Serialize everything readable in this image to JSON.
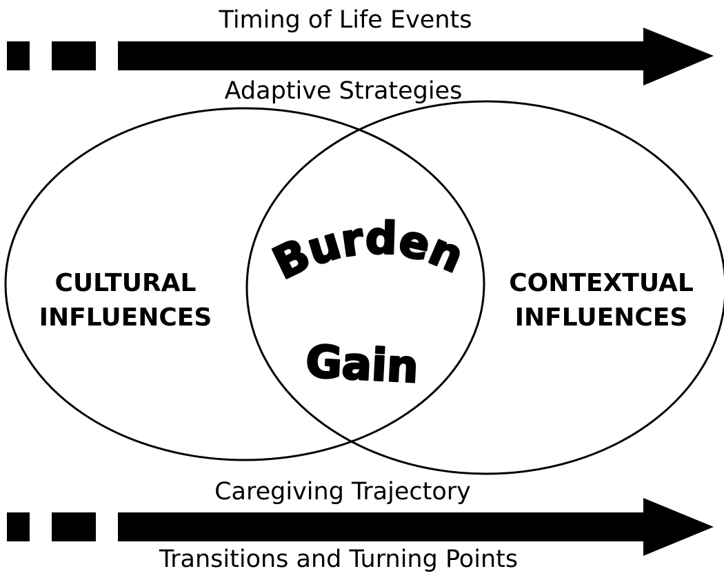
{
  "top_timeline": {
    "label": "Timing of Life Events"
  },
  "strategies": {
    "label": "Adaptive Strategies"
  },
  "left_circle": {
    "line1": "CULTURAL",
    "line2": "INFLUENCES"
  },
  "right_circle": {
    "line1": "CONTEXTUAL",
    "line2": "INFLUENCES"
  },
  "overlap": {
    "word_top": "Burden",
    "word_bottom": "Gain"
  },
  "bottom_timeline": {
    "label_above": "Caregiving Trajectory",
    "label_below": "Transitions and Turning Points"
  },
  "colors": {
    "ink": "#000000",
    "background": "#ffffff"
  }
}
